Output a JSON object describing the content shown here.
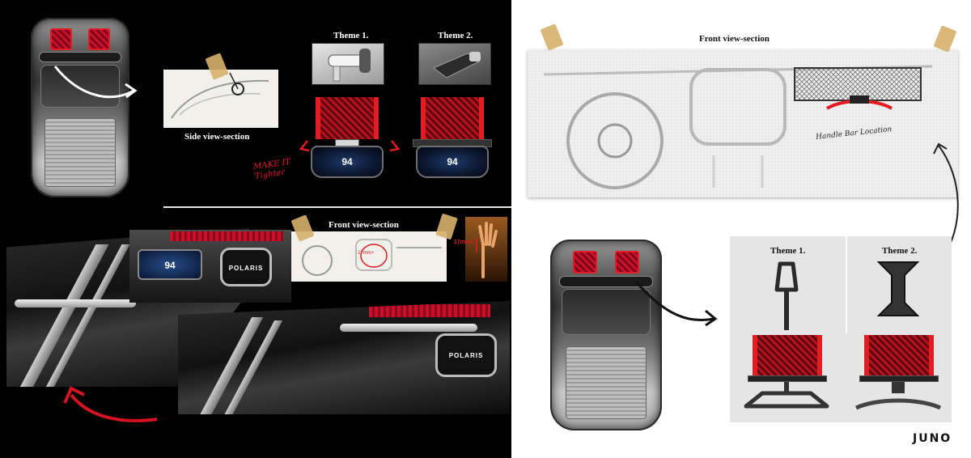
{
  "left_board": {
    "side_section_label": "Side view-section",
    "theme1_label": "Theme 1.",
    "theme2_label": "Theme 2.",
    "annotation_note": "MAKE IT Tighter",
    "cluster_speed_1": "94",
    "cluster_speed_2": "94",
    "front_section_label": "Front view-section",
    "measure_label": "17mm+",
    "measure_label_small": "17mm+",
    "dash_speed": "94",
    "speaker_logo_1": "POLARIS",
    "speaker_logo_2": "POLARIS"
  },
  "right_board": {
    "front_section_label": "Front view-section",
    "sketch_note": "Handle Bar Location",
    "theme1_label": "Theme 1.",
    "theme2_label": "Theme 2.",
    "brand_logo": "JUNO"
  },
  "colors": {
    "accent_red": "#e31b23",
    "dark_bg": "#000000",
    "light_bg": "#ffffff"
  }
}
